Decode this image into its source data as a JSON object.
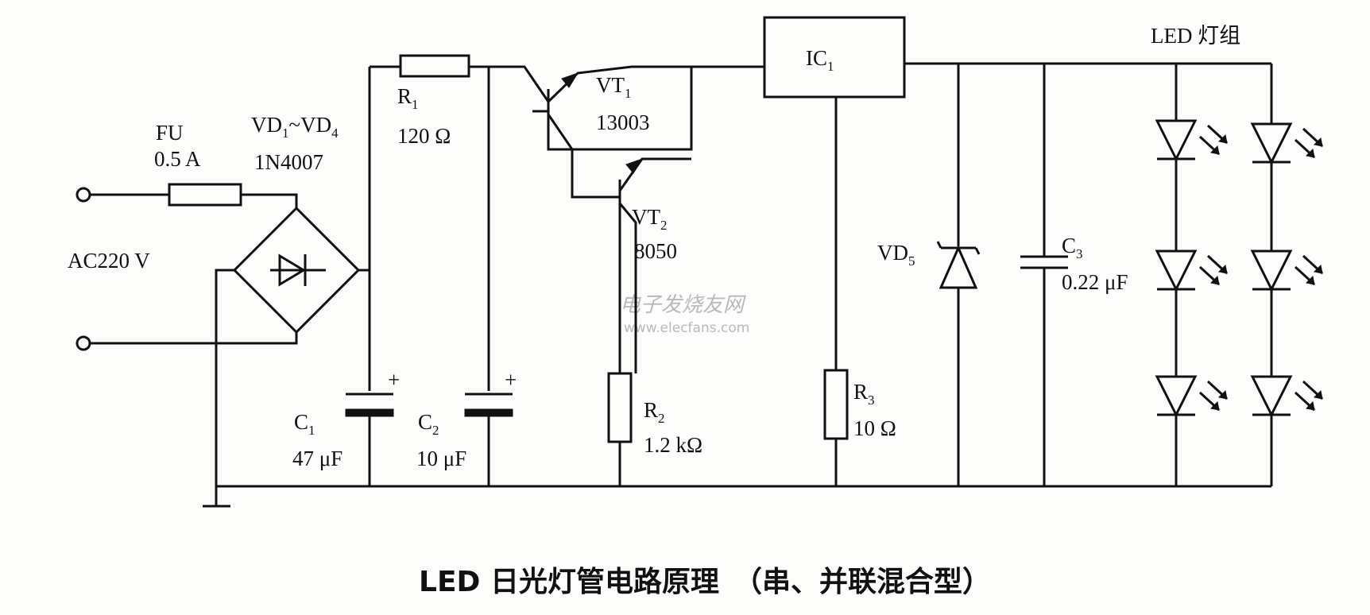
{
  "labels": {
    "fu": "FU",
    "fu_rating": "0.5 A",
    "bridge": "VD",
    "bridge_sub1": "1",
    "bridge_sep": "~VD",
    "bridge_sub2": "4",
    "bridge_part": "1N4007",
    "ac": "AC220 V",
    "r1": "R",
    "r1_sub": "1",
    "r1_val": "120 Ω",
    "vt1": "VT",
    "vt1_sub": "1",
    "vt1_part": "13003",
    "vt2": "VT",
    "vt2_sub": "2",
    "vt2_part": "8050",
    "ic": "IC",
    "ic_sub": "1",
    "led_group": "LED 灯组",
    "vd5": "VD",
    "vd5_sub": "5",
    "c3": "C",
    "c3_sub": "3",
    "c3_val": "0.22 μF",
    "c1": "C",
    "c1_sub": "1",
    "c1_val": "47 μF",
    "c2": "C",
    "c2_sub": "2",
    "c2_val": "10 μF",
    "r2": "R",
    "r2_sub": "2",
    "r2_val": "1.2 kΩ",
    "r3": "R",
    "r3_sub": "3",
    "r3_val": "10 Ω",
    "plus": "+"
  },
  "title": "LED 日光灯管电路原理　（串、并联混合型）",
  "watermark": {
    "name": "电子发烧友网",
    "url": "www.elecfans.com"
  }
}
